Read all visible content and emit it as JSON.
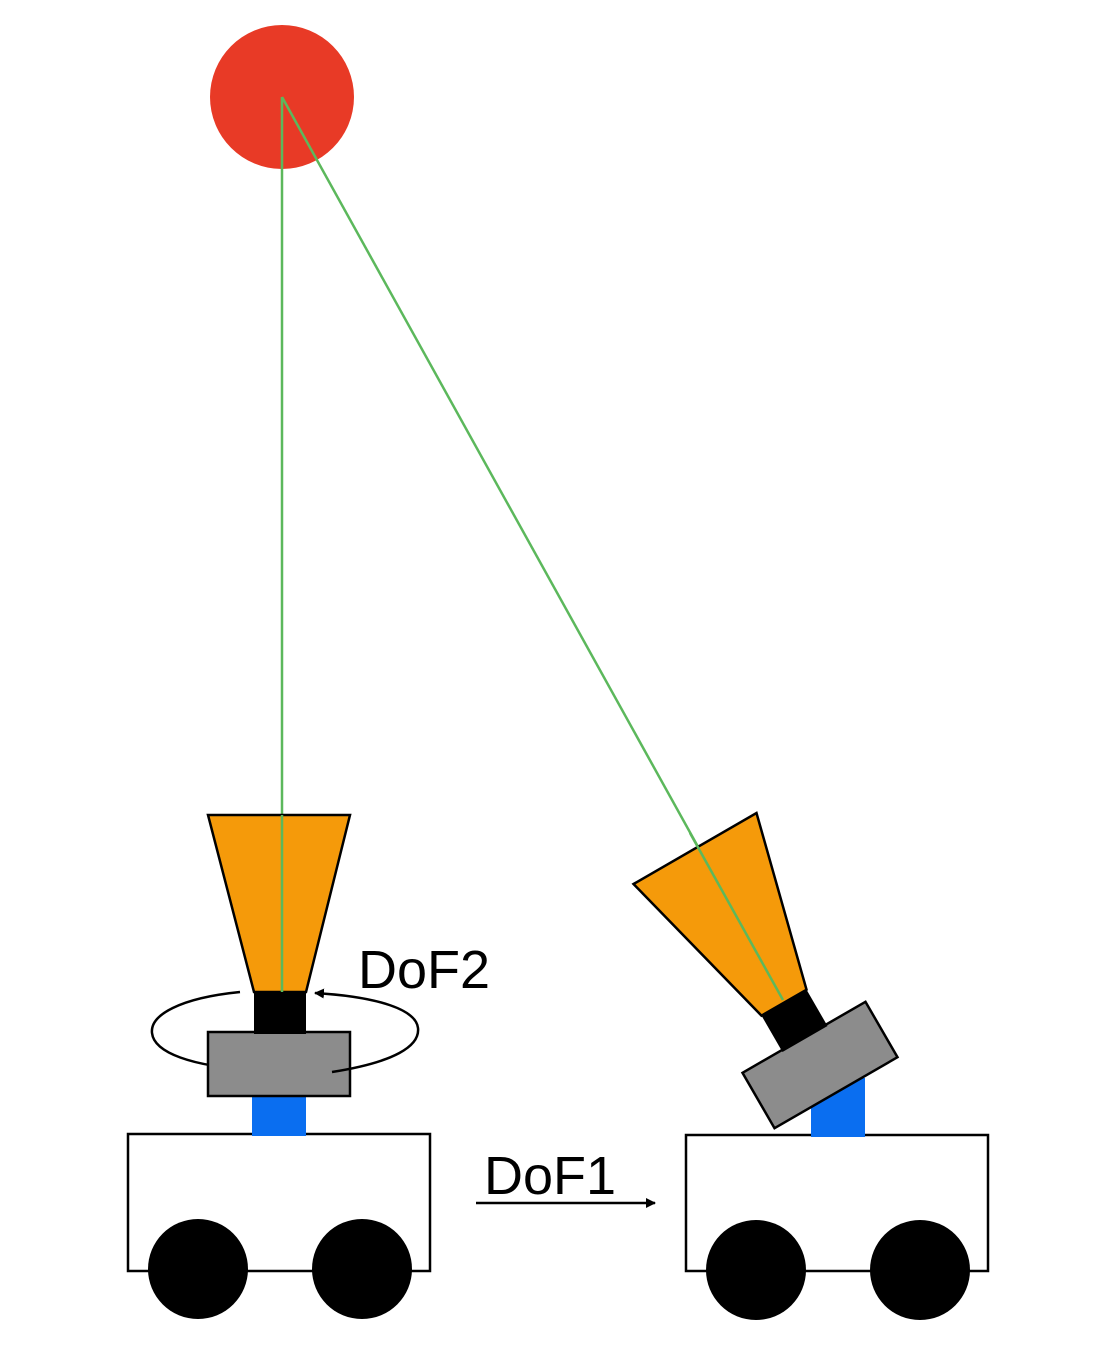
{
  "labels": {
    "dof2": "DoF2",
    "dof1": "DoF1"
  },
  "colors": {
    "target": "#e83a26",
    "sight_line": "#5cb85c",
    "horn": "#f59a0a",
    "mount_gray": "#8c8c8c",
    "mast_blue": "#0a6ef0",
    "neck_black": "#000000",
    "cart_fill": "#ffffff",
    "wheel": "#000000"
  },
  "icons": {
    "target": "red-circle",
    "antenna": "horn-antenna",
    "vehicle": "wheeled-cart",
    "rotation": "circular-arrow",
    "translation": "right-arrow"
  }
}
